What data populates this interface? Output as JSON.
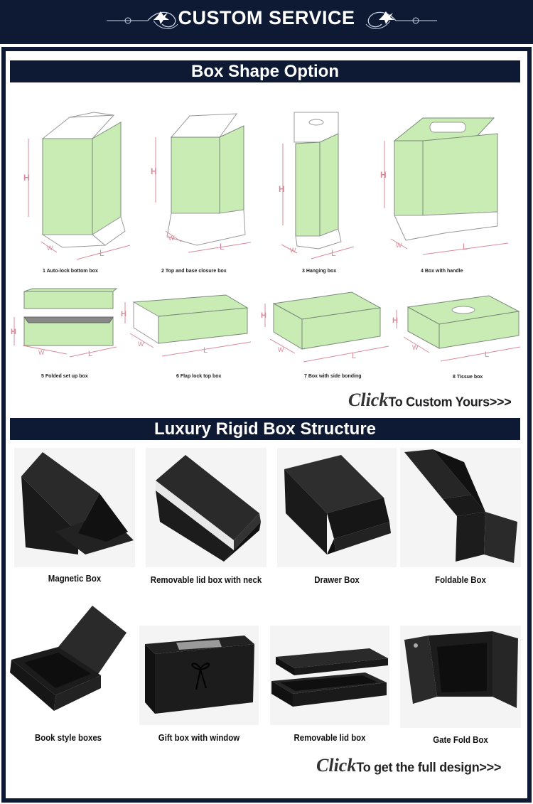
{
  "header": {
    "title": "CUSTOM SERVICE"
  },
  "sections": {
    "box_shape_title": "Box Shape Option",
    "rigid_title": "Luxury Rigid Box Structure"
  },
  "box_shapes": [
    {
      "label": "1 Auto-lock bottom box"
    },
    {
      "label": "2 Top and base closure box"
    },
    {
      "label": "3 Hanging box"
    },
    {
      "label": "4 Box with handle"
    },
    {
      "label": "5 Folded set up box"
    },
    {
      "label": "6 Flap lock top box"
    },
    {
      "label": "7 Box with side bonding"
    },
    {
      "label": "8 Tissue box"
    }
  ],
  "dimension_letters": {
    "h": "H",
    "w": "W",
    "l": "L"
  },
  "cta_custom": {
    "click": "Click",
    "rest": "To Custom Yours>>>"
  },
  "rigid_boxes": [
    {
      "label": "Magnetic Box"
    },
    {
      "label": "Removable lid box with neck"
    },
    {
      "label": "Drawer Box"
    },
    {
      "label": "Foldable Box"
    },
    {
      "label": "Book style boxes"
    },
    {
      "label": "Gift box with window"
    },
    {
      "label": "Removable lid box"
    },
    {
      "label": "Gate Fold Box"
    }
  ],
  "cta_design": {
    "click": "Click",
    "rest": "To get the full design>>>"
  },
  "colors": {
    "navy": "#0e1a33",
    "box_green": "#c8ecb4",
    "box_line": "#7a8a7a",
    "dim_pink": "#d98a9a",
    "black_box": "#1c1c1c"
  }
}
